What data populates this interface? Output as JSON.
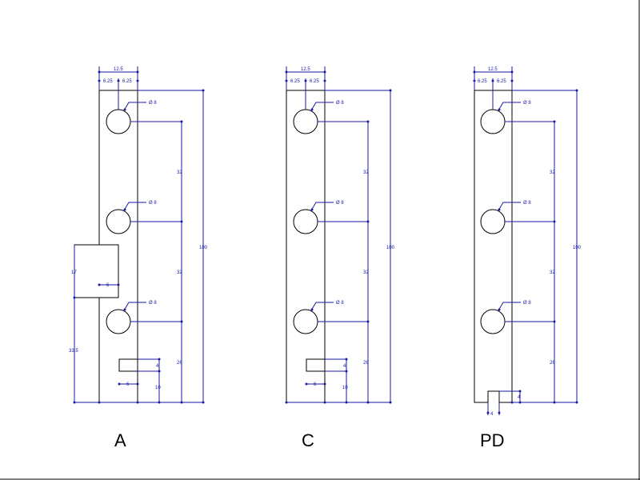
{
  "colors": {
    "part_line": "#000000",
    "dimension": "#1a1aa8",
    "background": "#ffffff"
  },
  "parts": [
    {
      "label": "A",
      "dims": {
        "width": "12.5",
        "half_left": "6.25",
        "half_right": "6.25",
        "hole1": "Ø 8",
        "hole2": "Ø 8",
        "hole3": "Ø 8",
        "pitch1": "32",
        "pitch2": "32",
        "bottom": "26",
        "total": "100",
        "notch_height": "17",
        "notch_width": "6",
        "notch_offset": "33.5",
        "slot_height": "4",
        "slot_width": "6",
        "slot_offset": "10"
      }
    },
    {
      "label": "C",
      "dims": {
        "width": "12.5",
        "half_left": "6.25",
        "half_right": "6.25",
        "hole1": "Ø 8",
        "hole2": "Ø 8",
        "hole3": "Ø 8",
        "pitch1": "32",
        "pitch2": "32",
        "bottom": "26",
        "total": "100",
        "slot_height": "4",
        "slot_width": "6",
        "slot_offset": "10"
      }
    },
    {
      "label": "PD",
      "dims": {
        "width": "12.5",
        "half_left": "6.25",
        "half_right": "6.25",
        "hole1": "Ø 8",
        "hole2": "Ø 8",
        "hole3": "Ø 8",
        "pitch1": "32",
        "pitch2": "32",
        "bottom": "26",
        "total": "100",
        "foot_height": "4",
        "foot_width": "4"
      }
    }
  ]
}
